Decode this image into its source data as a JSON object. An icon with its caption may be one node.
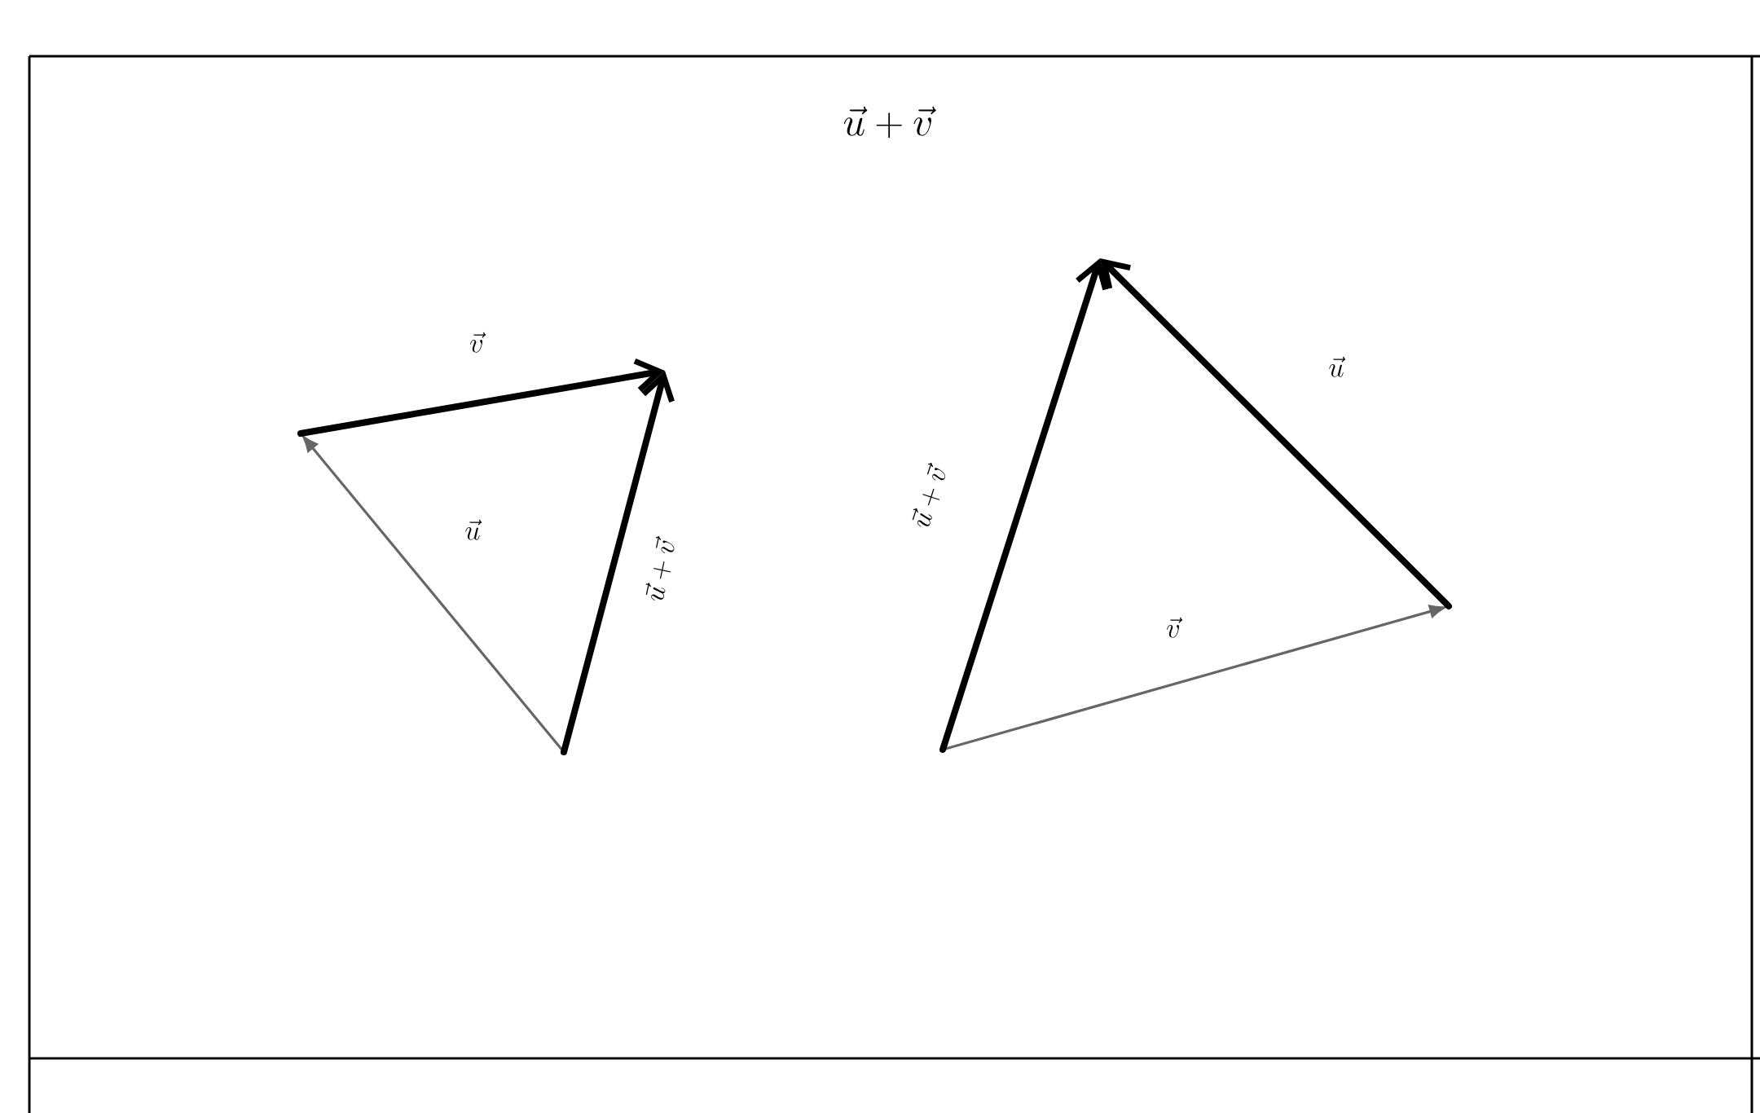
{
  "diagram": {
    "title": "\\vec{u}+\\vec{v}",
    "labels": [
      "\\vec{v}",
      "\\vec{u}",
      "\\vec{u}+\\vec{v}",
      "\\vec{u}+\\vec{v}",
      "\\vec{u}",
      "\\vec{v}"
    ]
  }
}
